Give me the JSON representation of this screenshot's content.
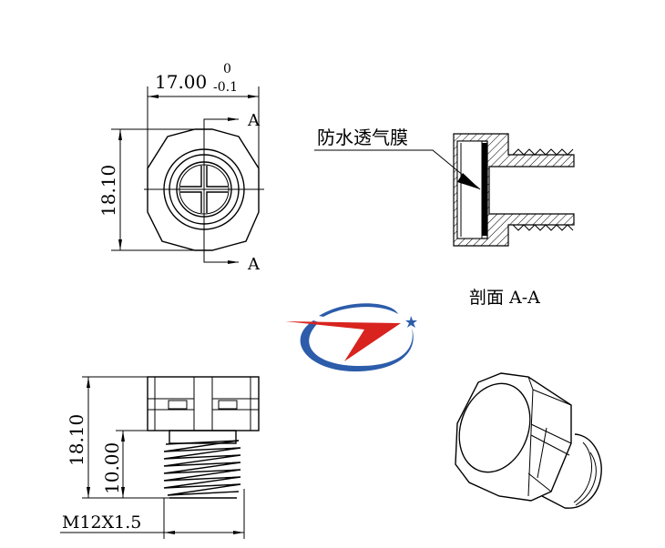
{
  "top_view": {
    "width_dim": "17.00",
    "width_tol_upper": "0",
    "width_tol_lower": "-0.1",
    "height_dim": "18.10",
    "section_mark_top": "A",
    "section_mark_bottom": "A"
  },
  "section_view": {
    "membrane_label": "防水透气膜",
    "caption": "剖面 A-A"
  },
  "side_view": {
    "overall_height": "18.10",
    "thread_length": "10.00",
    "thread_spec": "M12X1.5"
  },
  "logo": {
    "colors": {
      "blue": "#2c5caa",
      "red": "#d8231f"
    }
  }
}
